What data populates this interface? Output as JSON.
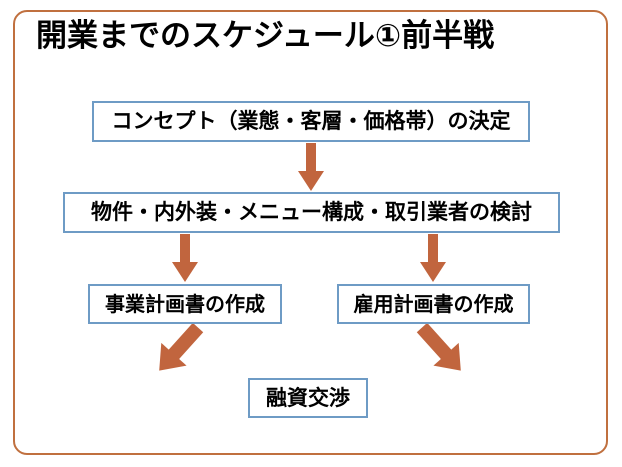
{
  "slide": {
    "title": "開業までのスケジュール①前半戦",
    "frame_border_color": "#C0703F",
    "background_color": "#FFFFFF"
  },
  "theme": {
    "box_border_color": "#6E9BC5",
    "box_fill_color": "#FFFFFF",
    "arrow_color": "#C1653E",
    "text_color": "#000000"
  },
  "flowchart": {
    "nodes": [
      {
        "id": "concept",
        "label": "コンセプト（業態・客層・価格帯）の決定"
      },
      {
        "id": "property",
        "label": "物件・内外装・メニュー構成・取引業者の検討"
      },
      {
        "id": "business_plan",
        "label": "事業計画書の作成"
      },
      {
        "id": "employment_plan",
        "label": "雇用計画書の作成"
      },
      {
        "id": "financing",
        "label": "融資交渉"
      }
    ],
    "arrows": [
      {
        "id": "concept-to-property",
        "from": "concept",
        "to": "property",
        "direction": "down"
      },
      {
        "id": "property-to-business-plan",
        "from": "property",
        "to": "business_plan",
        "direction": "down"
      },
      {
        "id": "property-to-employment-plan",
        "from": "property",
        "to": "employment_plan",
        "direction": "down"
      },
      {
        "id": "business-plan-to-financing",
        "from": "business_plan",
        "to": "financing",
        "direction": "down-right"
      },
      {
        "id": "employment-plan-to-financing",
        "from": "employment_plan",
        "to": "financing",
        "direction": "down-left"
      }
    ]
  }
}
